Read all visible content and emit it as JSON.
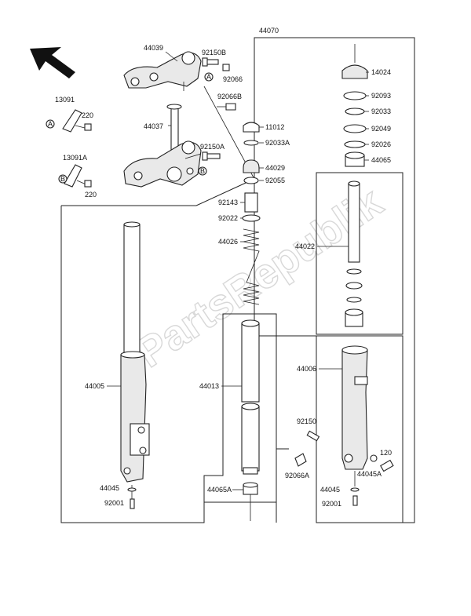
{
  "watermark": "PartsRepublik",
  "labels": {
    "l44070": "44070",
    "l44039": "44039",
    "l92150b": "92150B",
    "l92066": "92066",
    "l13091": "13091",
    "l220a": "220",
    "l92066b": "92066B",
    "l44037": "44037",
    "l92150a": "92150A",
    "l13091a": "13091A",
    "l220b": "220",
    "l11012": "11012",
    "l92033a": "92033A",
    "l44029": "44029",
    "l92055": "92055",
    "l92143": "92143",
    "l92022": "92022",
    "l44026": "44026",
    "l14024": "14024",
    "l92093": "92093",
    "l92033": "92033",
    "l92049": "92049",
    "l92026": "92026",
    "l44065": "44065",
    "l44022": "44022",
    "l44005": "44005",
    "l44013": "44013",
    "l44006": "44006",
    "l92150": "92150",
    "l120": "120",
    "l44045a": "44045A",
    "l92066a": "92066A",
    "l44065a": "44065A",
    "l44045l": "44045",
    "l92001l": "92001",
    "l44045r": "44045",
    "l92001r": "92001",
    "markerA1": "A",
    "markerA2": "A",
    "markerB1": "B",
    "markerB2": "B"
  }
}
